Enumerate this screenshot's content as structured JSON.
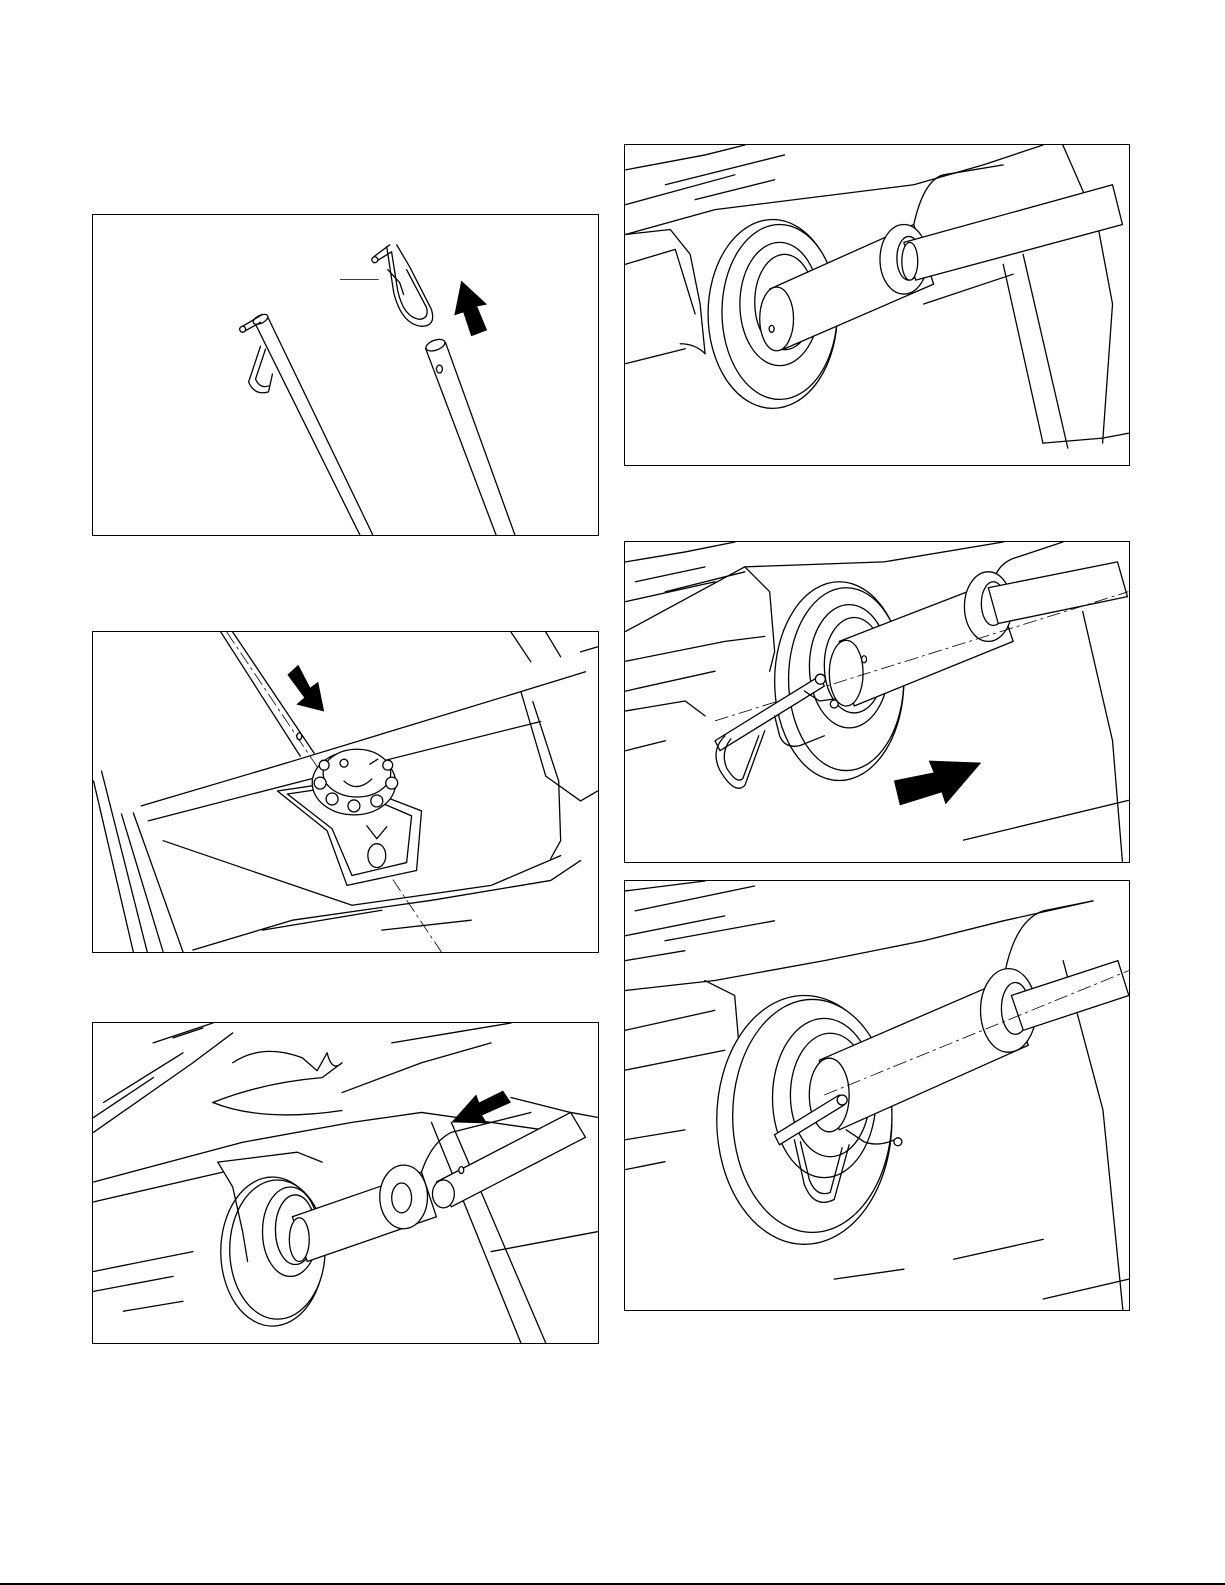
{
  "page": {
    "type": "assembly-instructions",
    "background": "#ffffff",
    "line_color": "#000000"
  },
  "figures": [
    {
      "id": "remove-pin-from-rod",
      "icon": "arrow-up-icon"
    },
    {
      "id": "insert-rod-through-knob",
      "icon": "arrow-down-right-icon"
    },
    {
      "id": "slide-rod-into-wheel",
      "icon": "arrow-left-icon"
    },
    {
      "id": "rod-through-wheel-and-spacer",
      "icon": ""
    },
    {
      "id": "insert-pin-in-rod",
      "icon": "arrow-right-icon"
    },
    {
      "id": "pin-installed",
      "icon": ""
    }
  ]
}
